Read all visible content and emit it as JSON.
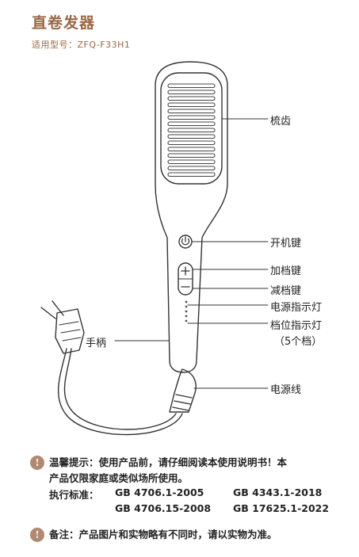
{
  "header": {
    "title": "直卷发器",
    "model_label": "适用型号：ZFQ-F33H1"
  },
  "labels": {
    "teeth": "梳齿",
    "power_key": "开机键",
    "plus_key": "加档键",
    "minus_key": "减档键",
    "power_indicator": "电源指示灯",
    "level_indicator": "档位指示灯",
    "level_count": "（5个档）",
    "handle": "手柄",
    "cable": "电源线"
  },
  "notice": {
    "warm_tip_line1": "温馨提示：使用产品前，请仔细阅读本使用说明书！本",
    "warm_tip_line2": "产品仅限家庭或类似场所使用。",
    "standards_label": "执行标准：",
    "standards": [
      "GB 4706.1-2005",
      "GB 4343.1-2018",
      "GB 4706.15-2008",
      "GB 17625.1-2022"
    ],
    "remark": "备注：产品图片和实物略有不同时，请以实物为准。",
    "info_glyph": "!"
  },
  "colors": {
    "accent": "#9b6846",
    "icon": "#b08a70",
    "line": "#333333"
  }
}
